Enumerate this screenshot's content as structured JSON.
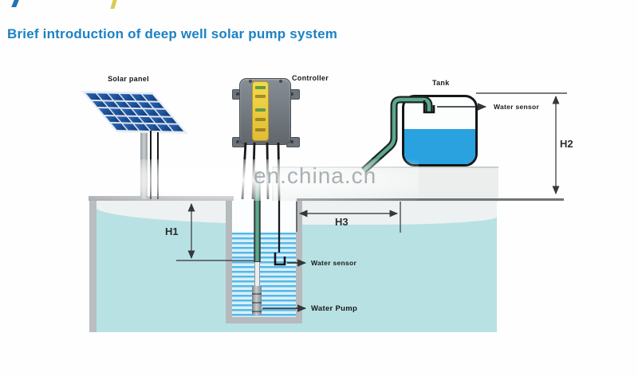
{
  "title": {
    "text": "Brief introduction of deep well solar pump system",
    "color": "#1b82c4"
  },
  "watermark": {
    "text": "en.china.cn"
  },
  "labels": {
    "solar_panel": "Solar panel",
    "controller": "Controller",
    "tank": "Tank",
    "tank_water_sensor": "Water sensor",
    "well_water_sensor": "Water sensor",
    "water_pump": "Water Pump",
    "h1": "H1",
    "h2": "H2",
    "h3": "H3"
  },
  "solar_grid": {
    "rows": 5,
    "cols": 6
  },
  "colors": {
    "title_blue": "#1b82c4",
    "tank_water": "#2aa2df",
    "underground_water": "#b8e1e3",
    "well_water_stripe": "#56b8e6",
    "pipe_green": "#5aaa8a",
    "solar_cell_blue": "#1d55a2",
    "controller_body": "#767e85",
    "controller_panel_yellow": "#eecf3e",
    "ground_gray": "#a3a7a9"
  }
}
